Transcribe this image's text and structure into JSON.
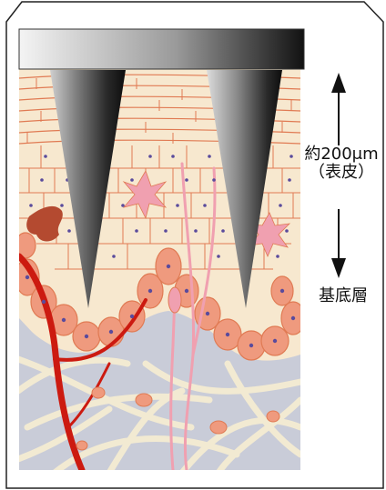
{
  "labels": {
    "thickness": "約200μm",
    "epidermis": "（表皮）",
    "basal_layer": "基底層"
  },
  "colors": {
    "cell_fill": "#f7e8cf",
    "cell_border": "#e07a53",
    "basal_cell_fill": "#ef9a7e",
    "nucleus": "#5a4b9c",
    "dermis_bg": "#c9ccd8",
    "fiber": "#f2ead2",
    "vessel": "#cc1a10",
    "nerve": "#f0a0b0",
    "needle_dark": "#1a1a1a",
    "needle_light": "#ffffff"
  }
}
